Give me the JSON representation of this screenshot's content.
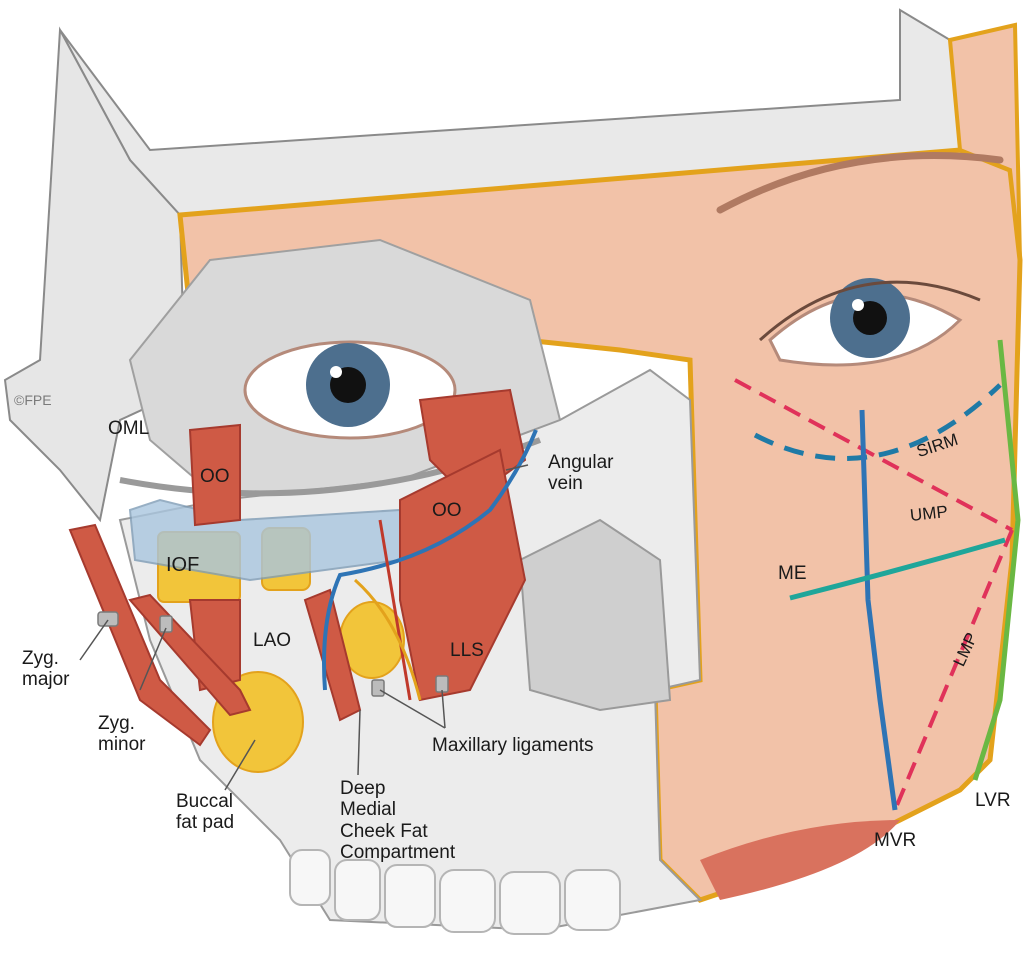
{
  "diagram": {
    "watermark": "©FPE",
    "labels": {
      "oml": "OML",
      "oo_left": "OO",
      "oo_right": "OO",
      "iof": "IOF",
      "angular_vein": "Angular\nvein",
      "lao": "LAO",
      "lls": "LLS",
      "zyg_major": "Zyg.\nmajor",
      "zyg_minor": "Zyg.\nminor",
      "buccal_fat_pad": "Buccal\nfat pad",
      "deep_medial_cheek": "Deep\nMedial\nCheek Fat\nCompartment",
      "maxillary_ligaments": "Maxillary ligaments",
      "sirm": "SIRM",
      "ump": "UMP",
      "me": "ME",
      "lmp": "LMP",
      "mvr": "MVR",
      "lvr": "LVR"
    },
    "colors": {
      "skin": "#f2c2a8",
      "skin_shadow": "#e3a88b",
      "bone": "#ececec",
      "bone_shadow": "#cfcfcf",
      "fat": "#f2c53a",
      "fat_edge": "#e3a21c",
      "muscle": "#cf5a45",
      "muscle_dark": "#a63a2e",
      "iris": "#4d6f8e",
      "vein": "#2e74b5",
      "dashed_red": "#e0325a",
      "dashed_blue": "#1f7aa6",
      "me_line": "#1fa69a",
      "lvr_line": "#6ab843",
      "lip": "#d9725e"
    }
  }
}
